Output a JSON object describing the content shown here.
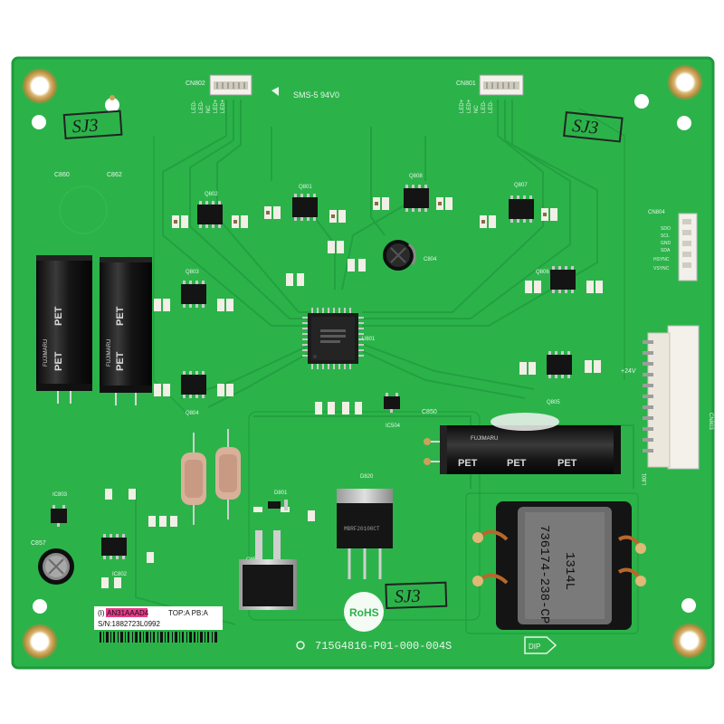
{
  "board": {
    "pcb_color": "#2bb34a",
    "pcb_dark": "#1f9a3c",
    "trace_color": "#25a543",
    "connectors": {
      "cn802": "CN802",
      "cn801": "CN801",
      "cn804": "CN804",
      "cn803": "CN803"
    },
    "cn804_pins": [
      "SDO",
      "SCL",
      "GND",
      "SDA",
      "HSYNC",
      "VSYNC"
    ],
    "pwr_label": "+24V",
    "cn802_pins": [
      "LED-",
      "LED-",
      "NC",
      "LED+",
      "LED+"
    ],
    "cn801_pins": [
      "LED+",
      "LED+",
      "NC",
      "LED-",
      "LED-"
    ],
    "rating": "SMS-5 94V0",
    "sj3": "SJ3",
    "rohs": "RoHS",
    "part_no": "715G4816-P01-000-004S",
    "dip": "DIP",
    "ic_label": "U801",
    "chips": {
      "q801": "Q801",
      "q802": "Q802",
      "q803": "Q803",
      "q804": "Q804",
      "q805": "Q805",
      "q806": "Q806",
      "q807": "Q807",
      "q808": "Q808",
      "d820": "D820",
      "q852": "Q852",
      "l801": "L801",
      "c850": "C850",
      "c804": "C804",
      "c857": "C857",
      "c860": "C860",
      "c862": "C862",
      "ic803": "IC803",
      "ic802": "IC802",
      "ic504": "IC504",
      "d801": "D801"
    },
    "cap_text": [
      "PET",
      "PET",
      "PET"
    ],
    "cap_brand": "FUJIMARU",
    "inductor_text": [
      "736174-238-CP",
      "1314L"
    ],
    "diode_text": "MBRF20100CT",
    "sticker": {
      "line1_prefix": "(I)",
      "line1_code": "AN31AAAD4",
      "line1_suffix": "TOP:A PB:A",
      "line2": "S/N:1882723L0992"
    }
  }
}
